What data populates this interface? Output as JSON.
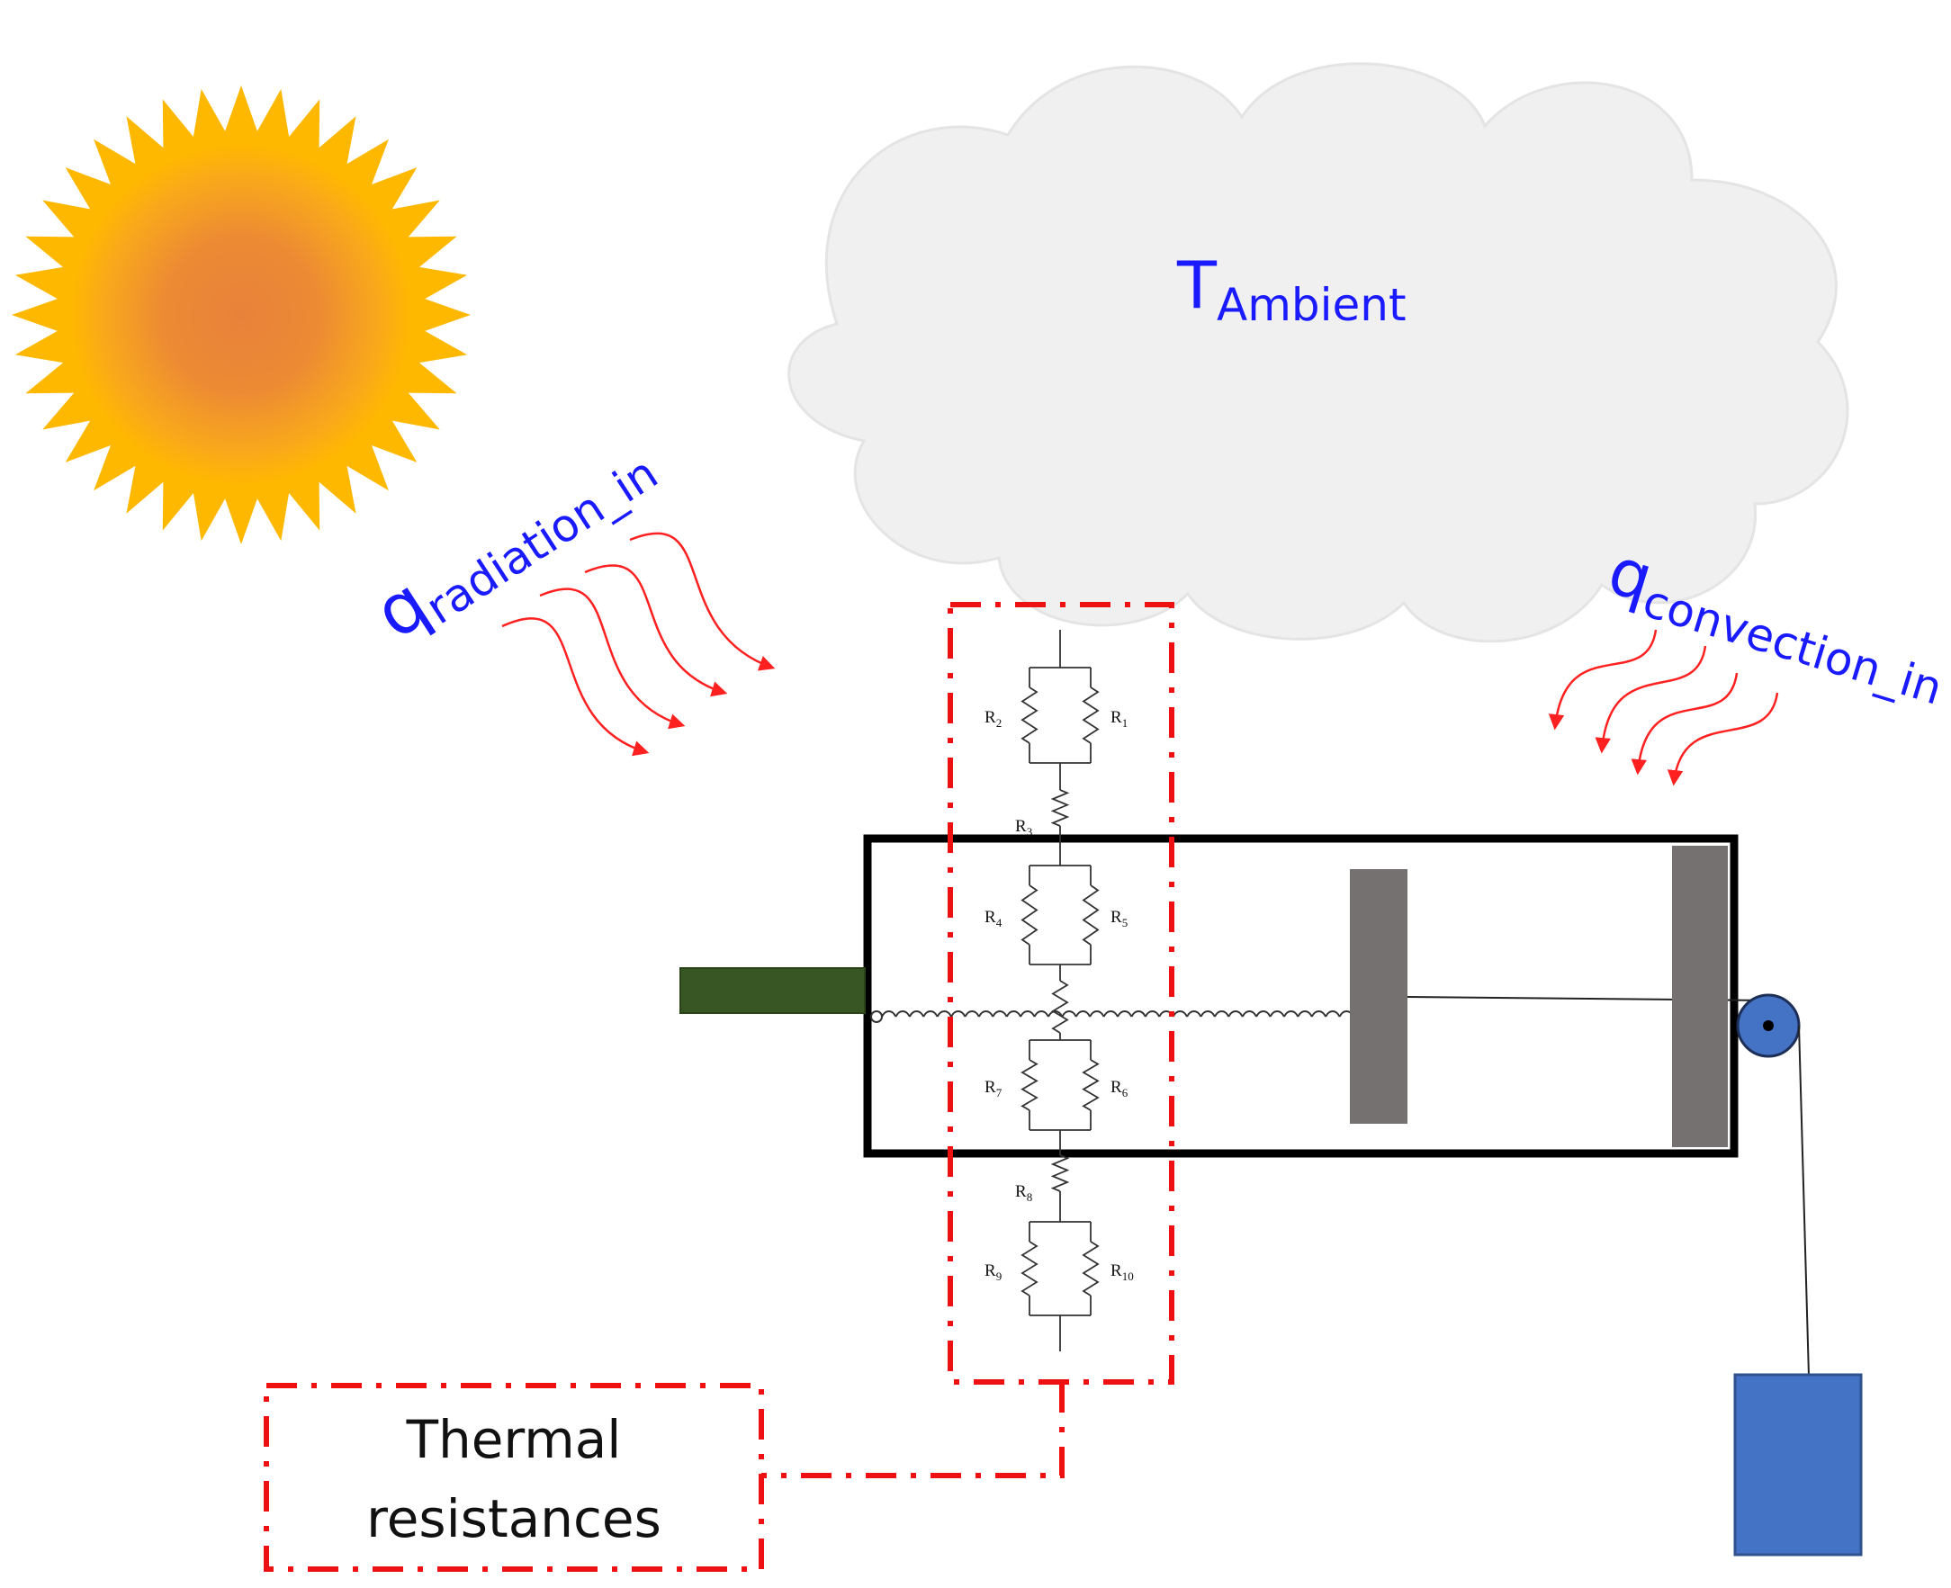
{
  "labels": {
    "ambient_main": "T",
    "ambient_sub": "Ambient",
    "radiation_main": "q",
    "radiation_sub": "radiation_in",
    "convection_main": "q",
    "convection_sub": "convection_in",
    "thermal_line1": "Thermal",
    "thermal_line2": "resistances"
  },
  "resistors": [
    {
      "main": "R",
      "sub": "1"
    },
    {
      "main": "R",
      "sub": "2"
    },
    {
      "main": "R",
      "sub": "3"
    },
    {
      "main": "R",
      "sub": "4"
    },
    {
      "main": "R",
      "sub": "5"
    },
    {
      "main": "R",
      "sub": "6"
    },
    {
      "main": "R",
      "sub": "7"
    },
    {
      "main": "R",
      "sub": "8"
    },
    {
      "main": "R",
      "sub": "9"
    },
    {
      "main": "R",
      "sub": "10"
    }
  ],
  "colors": {
    "label_blue": "#1a1aff",
    "arrow_red": "#ff2020",
    "dash_red": "#ee1111",
    "cloud_fill": "#f0f0f0",
    "sun_ray": "#ffb800",
    "sun_core": "#e8823a",
    "rod_green": "#375623",
    "piston_gray": "#767171",
    "pulley_blue": "#4472c4",
    "weight_blue": "#4472c4"
  },
  "icons": {
    "sun": "sun-icon",
    "cloud": "cloud-icon",
    "pulley": "pulley-icon",
    "weight": "weight-icon",
    "spring": "spring-icon"
  }
}
